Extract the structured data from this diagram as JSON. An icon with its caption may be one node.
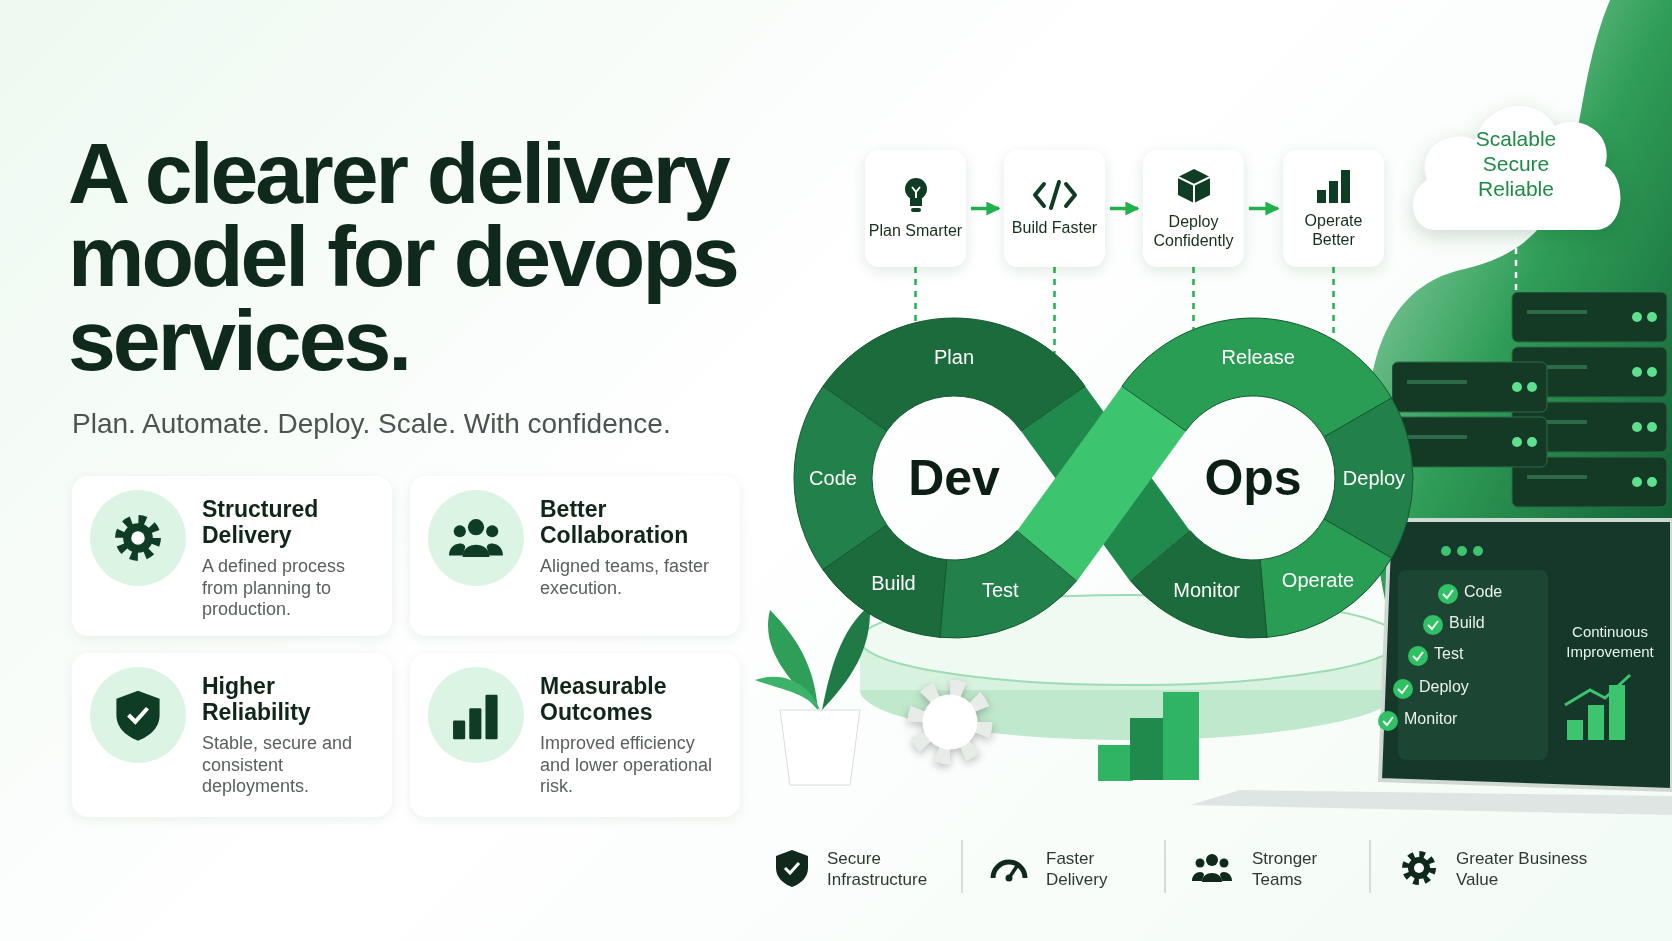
{
  "diagram": {
    "title": "A clearer delivery model for devops services.",
    "nodes": [
      {
        "text": [
          "Plan Smarter"
        ]
      },
      {
        "text": [
          "Build Faster"
        ]
      },
      {
        "text": [
          "Deploy Confidently"
        ]
      },
      {
        "text": [
          "Operate Better"
        ]
      },
      {
        "text": [
          "Scalable",
          "Secure",
          "Reliable"
        ]
      },
      {
        "text": [],
        "shape": "picture"
      },
      {
        "text": [
          "Plan"
        ]
      },
      {
        "text": [
          "Code"
        ]
      },
      {
        "text": [
          "Build"
        ]
      },
      {
        "text": [
          "Test"
        ]
      },
      {
        "text": [
          "Release"
        ]
      },
      {
        "text": [
          "Deploy"
        ]
      },
      {
        "text": [
          "Operate"
        ]
      },
      {
        "text": [
          "Monitor"
        ]
      },
      {
        "text": [
          "Structured Delivery",
          "A defined process from planning to production."
        ]
      },
      {
        "text": [
          "Better Collaboration",
          "Aligned teams, faster execution."
        ]
      },
      {
        "text": [
          "Higher Reliability",
          "Stable, secure and consistent deployments."
        ]
      },
      {
        "text": [
          "Measurable Outcomes",
          "Improved efficiency and lower operational risk."
        ]
      }
    ],
    "edges": [
      {
        "from": 0,
        "to": 1,
        "arrow": "to"
      },
      {
        "from": 1,
        "to": 2,
        "arrow": "to"
      },
      {
        "from": 2,
        "to": 3,
        "arrow": "to"
      },
      {
        "from": 0,
        "to": 6,
        "arrow": "none",
        "style": "dashed"
      },
      {
        "from": 1,
        "to": 6,
        "arrow": "none",
        "style": "dashed"
      },
      {
        "from": 2,
        "to": 10,
        "arrow": "none",
        "style": "dashed"
      },
      {
        "from": 3,
        "to": 10,
        "arrow": "none",
        "style": "dashed"
      },
      {
        "from": 4,
        "to": 5,
        "arrow": "none",
        "style": "dashed",
        "color": "#ffffff"
      }
    ],
    "labels": [
      "Plan. Automate. Deploy. Scale. With confidence.",
      "Dev",
      "Ops",
      "Code",
      "Build",
      "Test",
      "Deploy",
      "Monitor",
      "Continuous Improvement",
      "Secure Infrastructure",
      "Faster Delivery",
      "Stronger Teams",
      "Greater Business Value"
    ]
  }
}
